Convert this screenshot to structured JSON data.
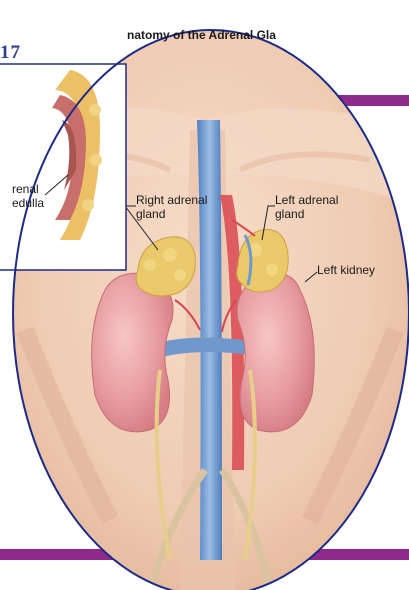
{
  "header": {
    "page_number": "17"
  },
  "figure": {
    "title": "natomy of the Adrenal Gla",
    "labels": {
      "right_adrenal_gland": "Right adrenal\ngland",
      "left_adrenal_gland": "Left adrenal\ngland",
      "left_kidney": "Left kidney",
      "inset_adrenal_medulla": "renal\nedulla"
    }
  },
  "colors": {
    "rule": "#8e2a8c",
    "oval_border": "#1c2b8a",
    "page_number": "#2c3e8f",
    "skin": "#efcfb6",
    "kidney": "#e69a9e",
    "adrenal": "#e9c96a",
    "vein": "#6f98cc",
    "artery": "#d8474f"
  }
}
